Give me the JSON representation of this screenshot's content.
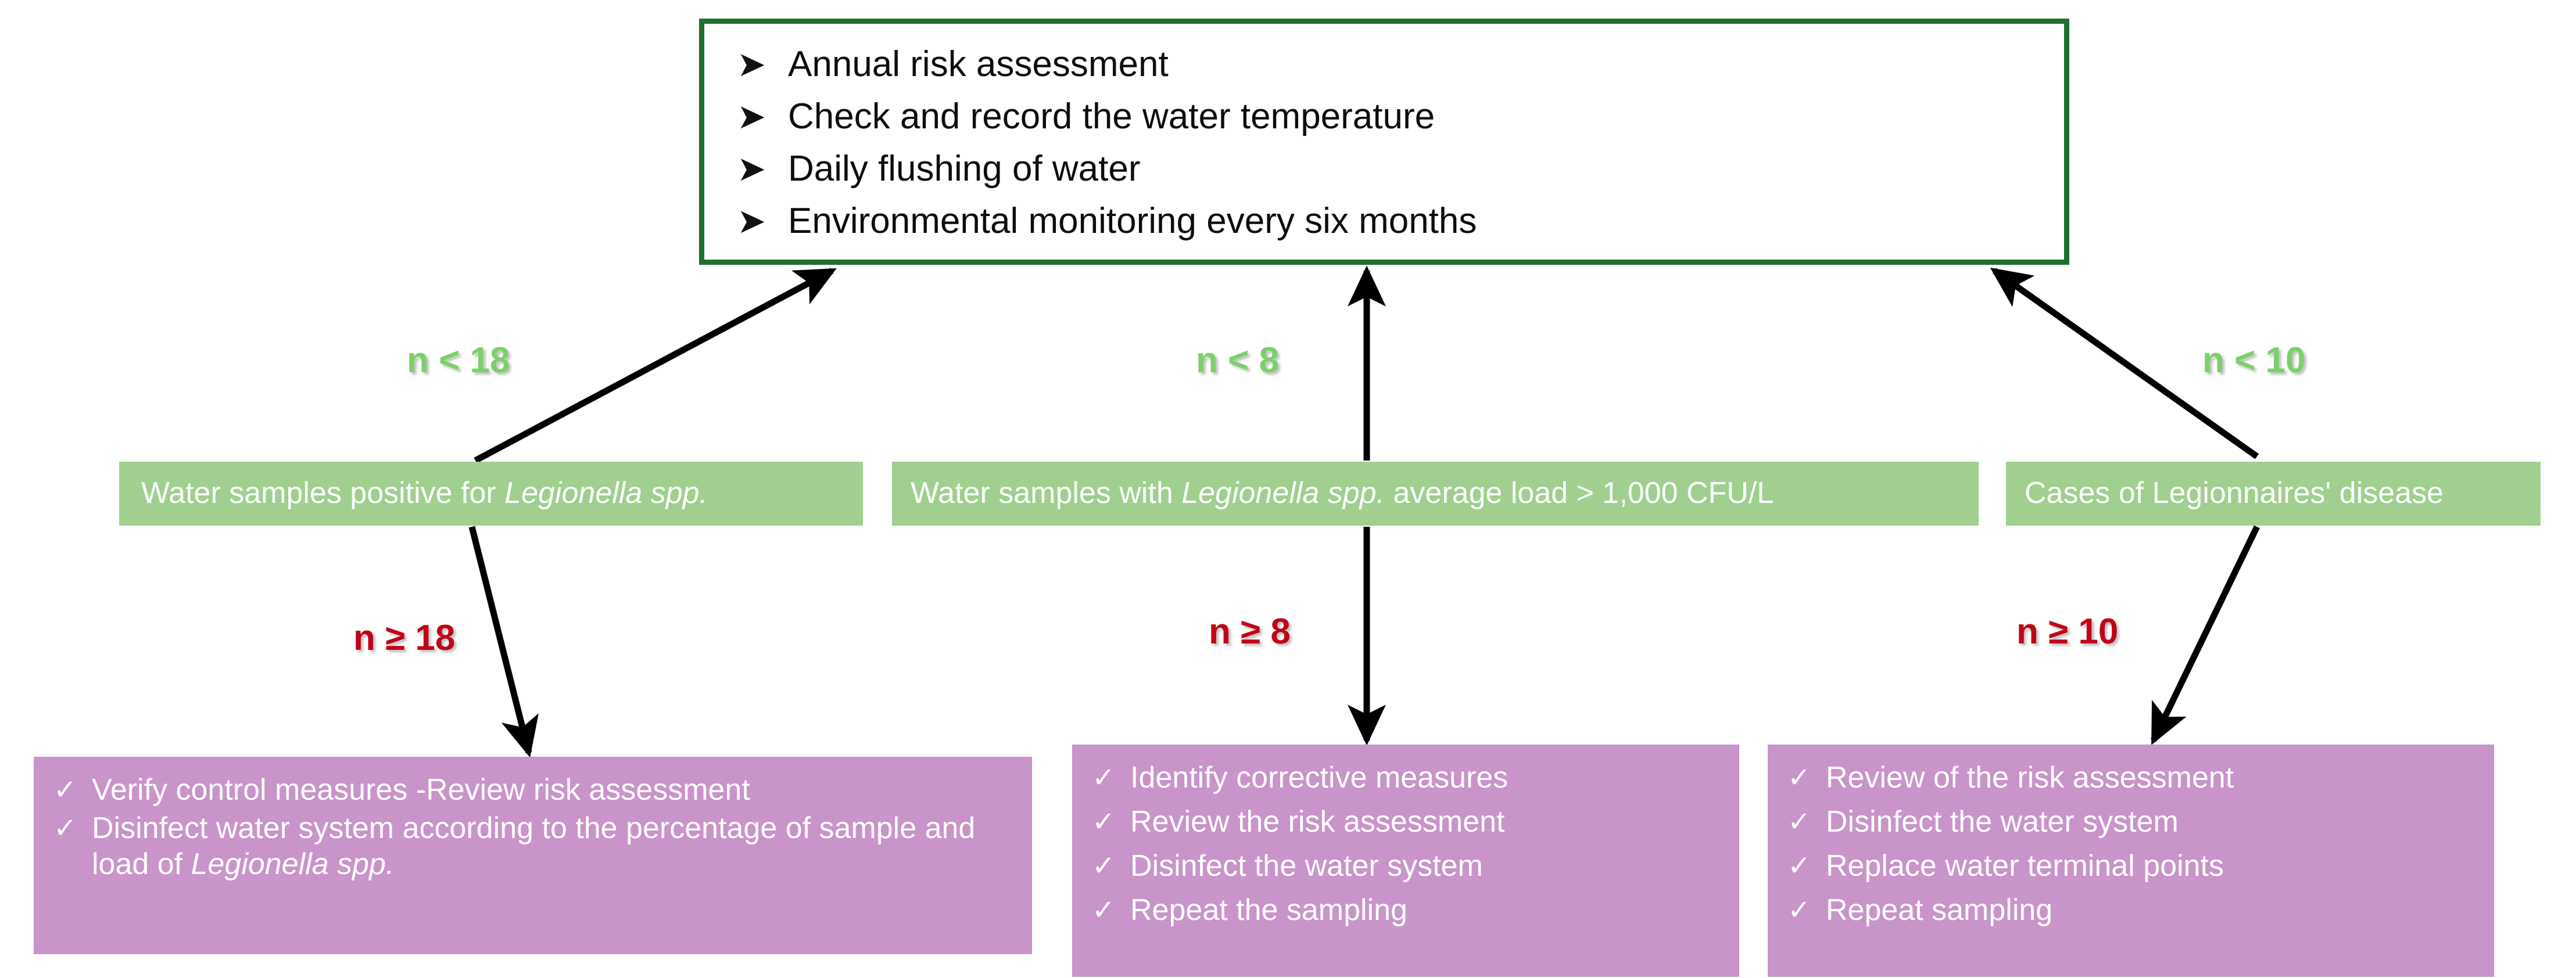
{
  "colors": {
    "green_box_fill": "#a0cf90",
    "purple_box_fill": "#c994c9",
    "top_box_border": "#1d7030",
    "label_green": "#7bd169",
    "label_red": "#c00418",
    "arrow": "#000000",
    "box_text": "#ffffff"
  },
  "top_box": {
    "bullet_glyph": "➤",
    "items": [
      "Annual risk assessment",
      "Check and record the water temperature",
      "Daily flushing of water",
      "Environmental monitoring every six months"
    ]
  },
  "conditions": [
    {
      "id": "water-samples-positive",
      "text_before": "Water samples positive for ",
      "text_italic": "Legionella spp.",
      "text_after": ""
    },
    {
      "id": "water-samples-load",
      "text_before": "Water samples with ",
      "text_italic": "Legionella spp.",
      "text_after": " average load > 1,000 CFU/L"
    },
    {
      "id": "legionnaires-cases",
      "text_before": "Cases of Legionnaires' disease",
      "text_italic": "",
      "text_after": ""
    }
  ],
  "actions": {
    "check_glyph": "✓",
    "box1": {
      "items": [
        {
          "before": "Verify control measures -Review risk assessment",
          "italic": "",
          "after": ""
        },
        {
          "before": "Disinfect water system according to the percentage of sample and load of ",
          "italic": "Legionella spp.",
          "after": ""
        }
      ]
    },
    "box2": {
      "items": [
        {
          "before": "Identify corrective measures",
          "italic": "",
          "after": ""
        },
        {
          "before": "Review the risk assessment",
          "italic": "",
          "after": ""
        },
        {
          "before": "Disinfect the water system",
          "italic": "",
          "after": ""
        },
        {
          "before": "Repeat the sampling",
          "italic": "",
          "after": ""
        }
      ]
    },
    "box3": {
      "items": [
        {
          "before": "Review of the risk assessment",
          "italic": "",
          "after": ""
        },
        {
          "before": "Disinfect the water system",
          "italic": "",
          "after": ""
        },
        {
          "before": "Replace water terminal points",
          "italic": "",
          "after": ""
        },
        {
          "before": "Repeat sampling",
          "italic": "",
          "after": ""
        }
      ]
    }
  },
  "edge_labels": {
    "n18_lt": "n < 18",
    "n8_lt": "n < 8",
    "n10_lt": "n < 10",
    "n18_ge": "n ≥ 18",
    "n8_ge": "n ≥ 8",
    "n10_ge": "n ≥ 10"
  },
  "chart_data": {
    "type": "diagram",
    "title": "Legionella surveillance decision flow",
    "nodes": [
      {
        "id": "routine",
        "kind": "routine-control-box",
        "label": "Annual risk assessment; Check and record the water temperature; Daily flushing of water; Environmental monitoring every six months"
      },
      {
        "id": "cond1",
        "kind": "condition",
        "label": "Water samples positive for Legionella spp."
      },
      {
        "id": "cond2",
        "kind": "condition",
        "label": "Water samples with Legionella spp. average load > 1,000 CFU/L"
      },
      {
        "id": "cond3",
        "kind": "condition",
        "label": "Cases of Legionnaires' disease"
      },
      {
        "id": "act1",
        "kind": "action",
        "label": "Verify control measures -Review risk assessment; Disinfect water system according to the percentage of sample and load of Legionella spp."
      },
      {
        "id": "act2",
        "kind": "action",
        "label": "Identify corrective measures; Review the risk assessment; Disinfect the water system; Repeat the sampling"
      },
      {
        "id": "act3",
        "kind": "action",
        "label": "Review of the risk assessment; Disinfect the water system; Replace water terminal points; Repeat sampling"
      }
    ],
    "edges": [
      {
        "from": "cond1",
        "to": "routine",
        "label": "n < 18",
        "label_color": "#7bd169"
      },
      {
        "from": "cond2",
        "to": "routine",
        "label": "n < 8",
        "label_color": "#7bd169"
      },
      {
        "from": "cond3",
        "to": "routine",
        "label": "n < 10",
        "label_color": "#7bd169"
      },
      {
        "from": "cond1",
        "to": "act1",
        "label": "n ≥ 18",
        "label_color": "#c00418"
      },
      {
        "from": "cond2",
        "to": "act2",
        "label": "n ≥ 8",
        "label_color": "#c00418"
      },
      {
        "from": "cond3",
        "to": "act3",
        "label": "n ≥ 10",
        "label_color": "#c00418"
      }
    ]
  }
}
